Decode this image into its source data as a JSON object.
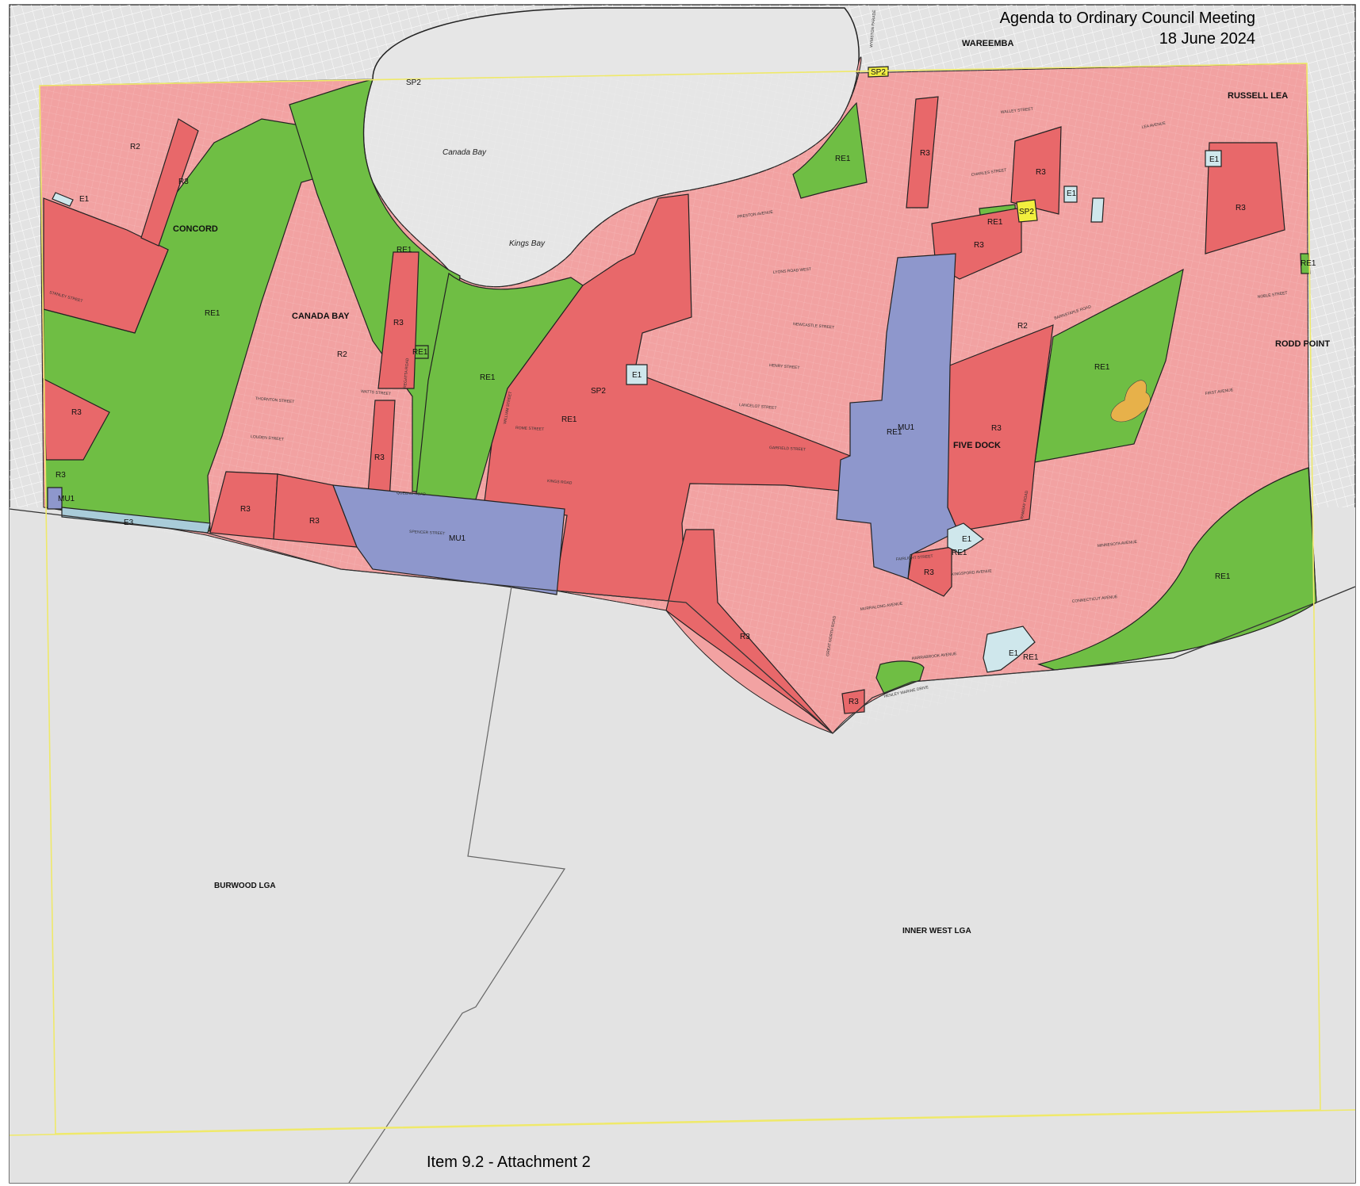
{
  "header": {
    "title": "Agenda to Ordinary Council Meeting",
    "date": "18 June 2024"
  },
  "footer": {
    "item": "Item 9.2 - Attachment 2"
  },
  "colors": {
    "R2": "#f2a2a2",
    "R3": "#e8686a",
    "RE1": "#6fbe44",
    "MU1": "#8e97cc",
    "E1": "#cfe7ec",
    "E3": "#a9ccd9",
    "SP2": "#f2ef3e",
    "outside": "#e3e3e3",
    "water": "#e6e6e6",
    "study_area_border": "#efe96a"
  },
  "suburbs": {
    "concord": "CONCORD",
    "canada_bay": "CANADA BAY",
    "wareemba": "WAREEMBA",
    "russell_lea": "RUSSELL LEA",
    "rodd_point": "RODD POINT",
    "five_dock": "FIVE DOCK"
  },
  "waters": {
    "canada_bay": "Canada Bay",
    "kings_bay": "Kings Bay"
  },
  "lgas": {
    "burwood": "BURWOOD LGA",
    "inner_west": "INNER WEST LGA"
  },
  "zones": {
    "r2": "R2",
    "r3": "R3",
    "re1": "RE1",
    "mu1": "MU1",
    "e1": "E1",
    "e3": "E3",
    "sp2": "SP2"
  },
  "streets": {
    "preston": "PRESTON AVENUE",
    "lyons_west": "LYONS ROAD WEST",
    "henry": "HENRY STREET",
    "kings_road": "KINGS ROAD",
    "queens_road": "QUEENS ROAD",
    "spencer": "SPENCER STREET",
    "garfield": "GARFIELD STREET",
    "barnstaple": "BARNSTAPLE ROAD",
    "noble": "NOBLE STREET",
    "first_avenue": "FIRST AVENUE",
    "great_north": "GREAT NORTH ROAD",
    "henley_marine": "HENLEY MARINE DRIVE",
    "harrabrook": "HARRABROOK AVENUE",
    "murralong": "MURRALONG AVENUE",
    "stanley": "STANLEY STREET",
    "thornton": "THORNTON STREET",
    "louden": "LOUDEN STREET",
    "watts": "WATTS STREET",
    "regatta": "REGATTA ROAD",
    "rome": "ROME STREET",
    "newcastle": "NEWCASTLE STREET",
    "lancelot": "LANCELOT STREET",
    "charles": "CHARLES STREET",
    "william": "WILLIAM STREET",
    "ramsay": "RAMSAY ROAD",
    "fairlight": "FAIRLIGHT STREET",
    "kingsford": "KINGSFORD AVENUE",
    "walley": "WALLEY STREET",
    "lea": "LEA AVENUE",
    "connecticut": "CONNECTICUT AVENUE",
    "minnesota": "MINNESOTA AVENUE",
    "wymston": "WYMSTON PARADE"
  }
}
